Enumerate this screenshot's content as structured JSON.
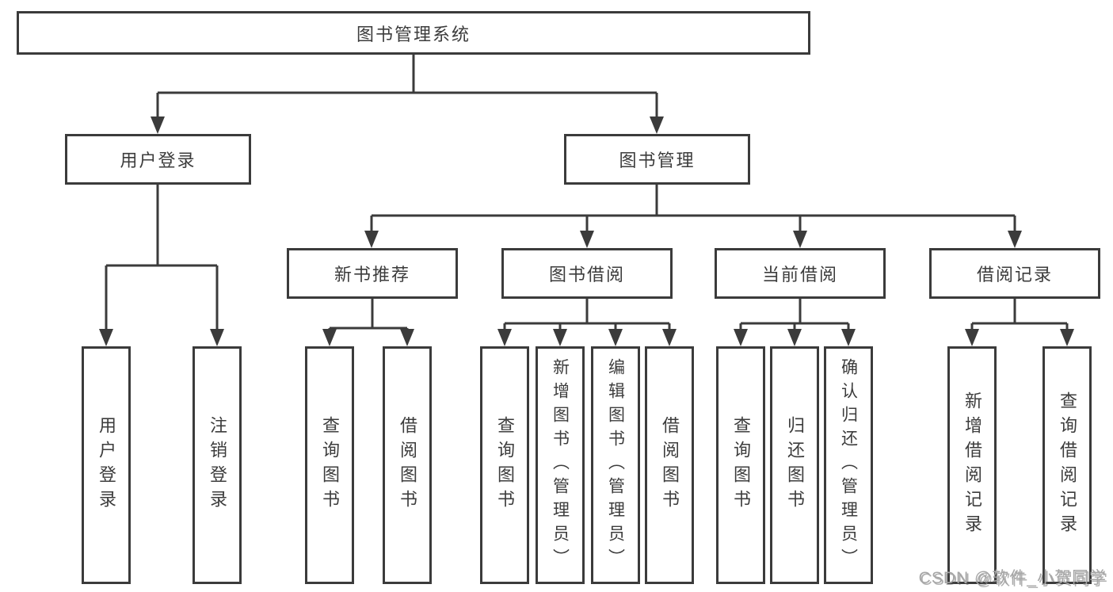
{
  "diagram": {
    "type": "tree",
    "colors": {
      "line": "#3b3b3b",
      "box_border": "#3b3b3b",
      "box_fill": "#ffffff",
      "text": "#3c3c3c",
      "watermark": "#a6a6a6",
      "background": "#ffffff"
    },
    "tree": {
      "label": "图书管理系统",
      "children": [
        {
          "label": "用户登录",
          "children": [
            {
              "label": "用户登录"
            },
            {
              "label": "注销登录"
            }
          ]
        },
        {
          "label": "图书管理",
          "children": [
            {
              "label": "新书推荐",
              "children": [
                {
                  "label": "查询图书"
                },
                {
                  "label": "借阅图书"
                }
              ]
            },
            {
              "label": "图书借阅",
              "children": [
                {
                  "label": "查询图书"
                },
                {
                  "label": "新增图书（管理员）"
                },
                {
                  "label": "编辑图书（管理员）"
                },
                {
                  "label": "借阅图书"
                }
              ]
            },
            {
              "label": "当前借阅",
              "children": [
                {
                  "label": "查询图书"
                },
                {
                  "label": "归还图书"
                },
                {
                  "label": "确认归还（管理员）"
                }
              ]
            },
            {
              "label": "借阅记录",
              "children": [
                {
                  "label": "新增借阅记录"
                },
                {
                  "label": "查询借阅记录"
                }
              ]
            }
          ]
        }
      ]
    },
    "watermark": {
      "text": "CSDN @软件_小贺同学"
    }
  }
}
